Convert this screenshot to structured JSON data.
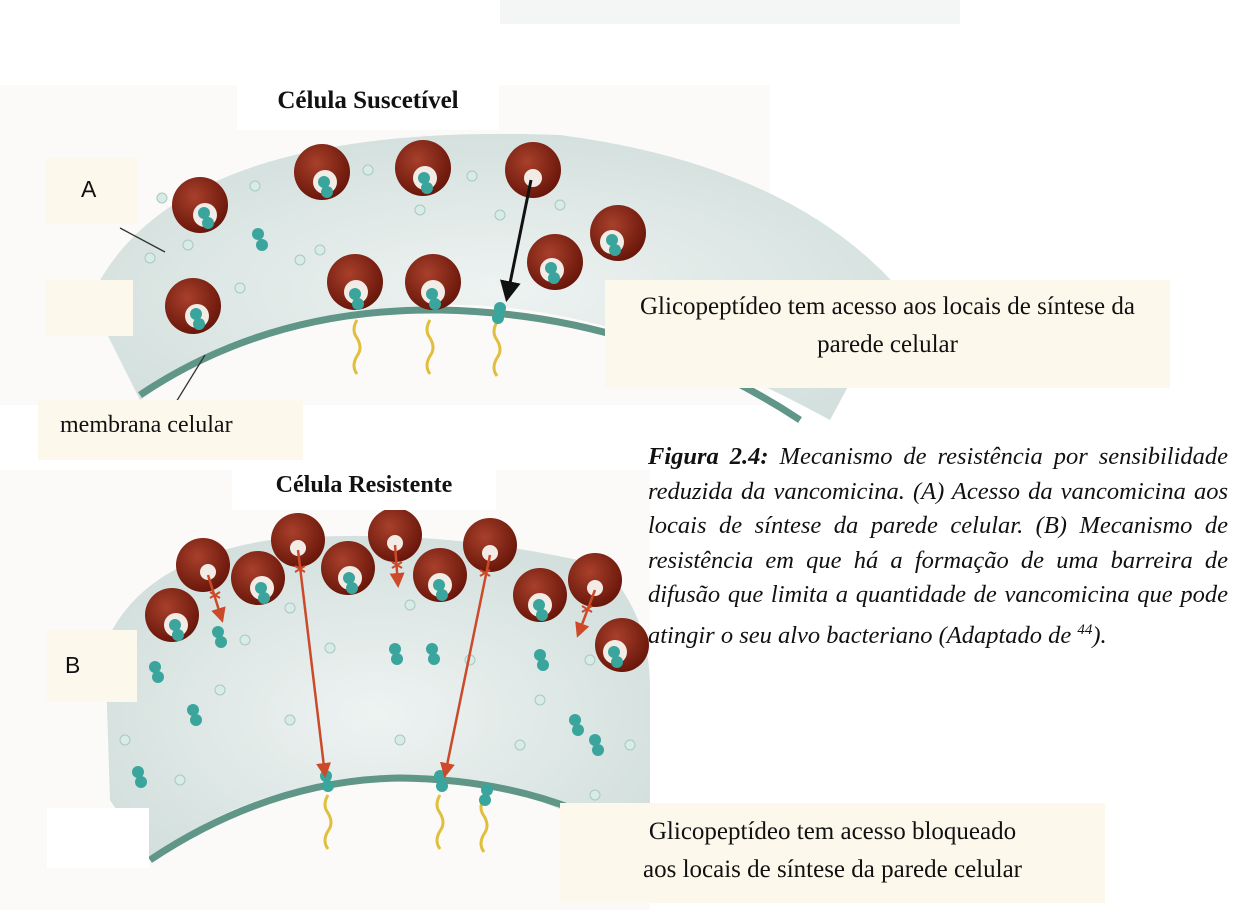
{
  "panel_a": {
    "title": "Célula Suscetível",
    "letter": "A",
    "membrane_label": "membrana celular",
    "outcome": "Glicopeptídeo tem acesso aos locais de síntese da parede celular"
  },
  "panel_b": {
    "title": "Célula Resistente",
    "letter": "B",
    "outcome_line1": "Glicopeptídeo tem acesso bloqueado",
    "outcome_line2": "aos locais de síntese da parede celular"
  },
  "caption": {
    "label": "Figura 2.4:",
    "text": "Mecanismo de resistência por sensibilidade reduzida da vancomicina. (A) Acesso da vancomicina aos locais de síntese da parede celular. (B) Mecanismo de resistência em que há a formação de uma barreira de difusão que limita a quantidade de vancomicina que pode atingir o seu alvo bacteriano (Adaptado de",
    "ref": "44",
    "end": ")."
  },
  "colors": {
    "vancomycin": "#7a1c0e",
    "cell_wall": "#dde7e5",
    "membrane": "#5f9688",
    "target": "#3aa59c",
    "lipid_tail": "#e0bf3e",
    "blocked_arrow": "#cc4a2a",
    "access_arrow": "#111111",
    "label_box": "#fdf8ec"
  }
}
